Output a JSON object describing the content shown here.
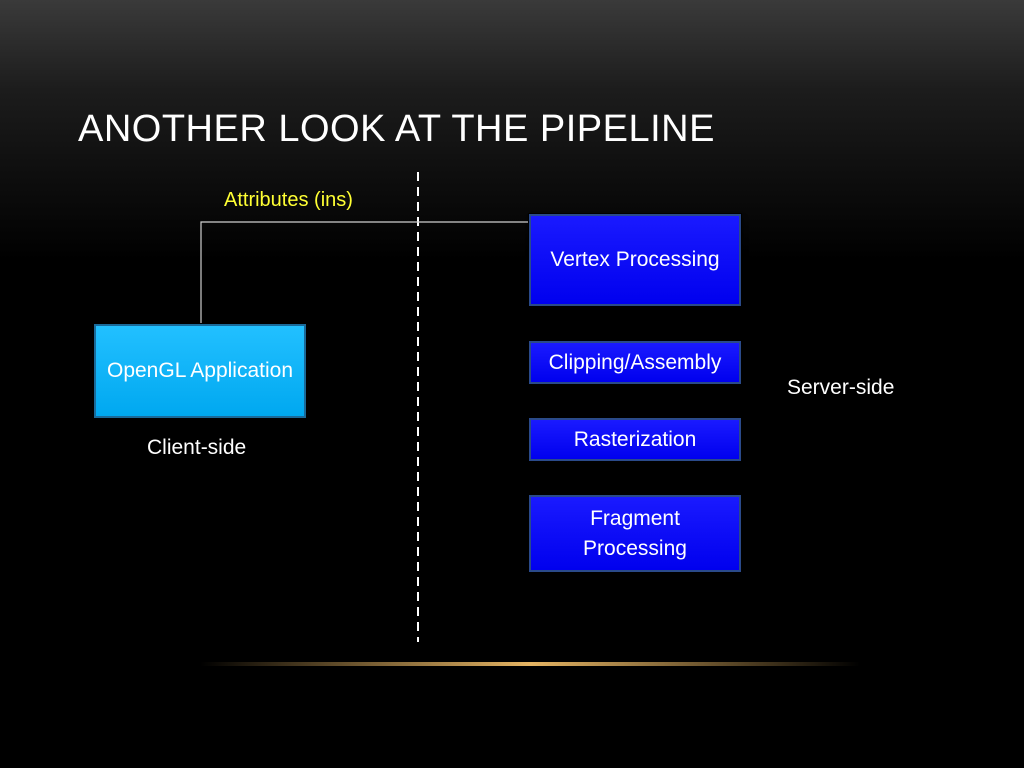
{
  "slide": {
    "title": "ANOTHER LOOK AT THE PIPELINE"
  },
  "diagram": {
    "client_box": "OpenGL Application",
    "client_label": "Client-side",
    "server_label": "Server-side",
    "connector_label": "Attributes (ins)",
    "stages": [
      {
        "label": "Vertex Processing"
      },
      {
        "label": "Clipping/Assembly"
      },
      {
        "label": "Rasterization"
      },
      {
        "label": "Fragment Processing"
      }
    ]
  },
  "colors": {
    "title": "#ffffff",
    "client_box": "#00a8f0",
    "server_box": "#0000ee",
    "connector_label": "#ffff33",
    "divider": "#ffffff",
    "wire": "#cccccc"
  }
}
